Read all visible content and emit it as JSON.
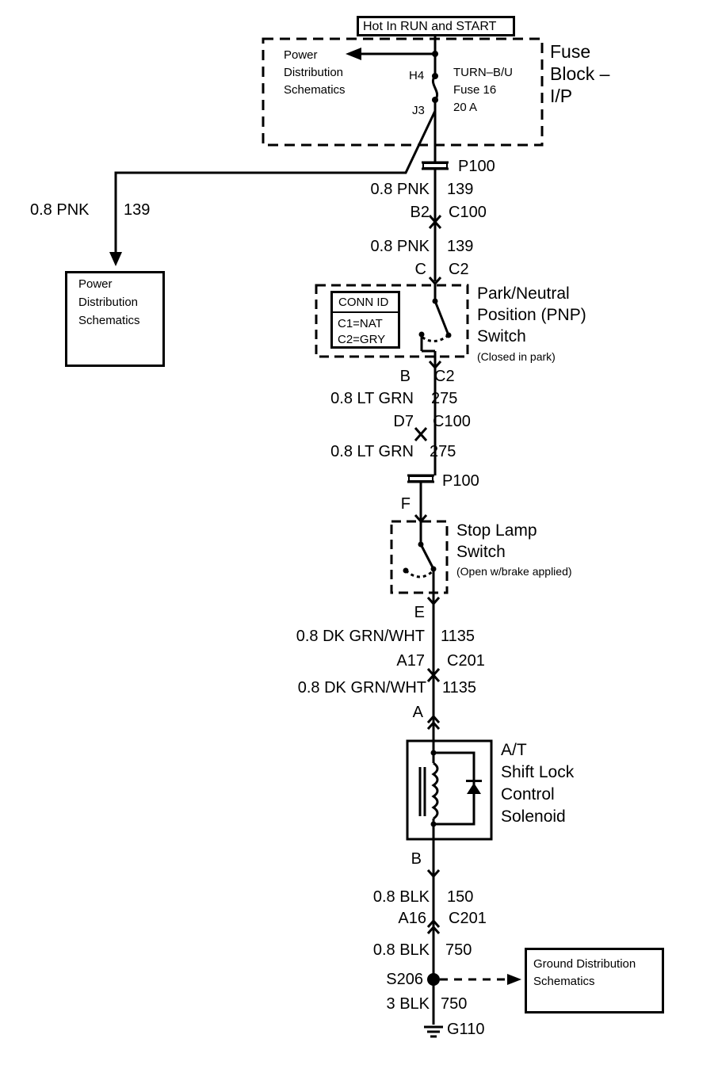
{
  "header": {
    "hot_label": "Hot In RUN and START"
  },
  "fuse_block": {
    "title_line1": "Fuse",
    "title_line2": "Block –",
    "title_line3": "I/P",
    "pds_line1": "Power",
    "pds_line2": "Distribution",
    "pds_line3": "Schematics",
    "pin_h4": "H4",
    "pin_j3": "J3",
    "fuse_line1": "TURN–B/U",
    "fuse_line2": "Fuse 16",
    "fuse_line3": "20 A"
  },
  "left_branch": {
    "wire": "0.8 PNK",
    "circuit": "139",
    "box_line1": "Power",
    "box_line2": "Distribution",
    "box_line3": "Schematics"
  },
  "segments": {
    "p100_top": "P100",
    "w1_wire": "0.8 PNK",
    "w1_circuit": "139",
    "c100_pin": "B2",
    "c100_conn": "C100",
    "w2_wire": "0.8 PNK",
    "w2_circuit": "139",
    "pnp_in_pin": "C",
    "pnp_in_conn": "C2",
    "pnp_out_pin": "B",
    "pnp_out_conn": "C2",
    "w3_wire": "0.8 LT GRN",
    "w3_circuit": "275",
    "c100b_pin": "D7",
    "c100b_conn": "C100",
    "w4_wire": "0.8 LT GRN",
    "w4_circuit": "275",
    "p100_bottom": "P100",
    "stop_in_pin": "F",
    "stop_out_pin": "E",
    "w5_wire": "0.8 DK GRN/WHT",
    "w5_circuit": "1135",
    "c201_pin": "A17",
    "c201_conn": "C201",
    "w6_wire": "0.8 DK GRN/WHT",
    "w6_circuit": "1135",
    "sol_in_pin": "A",
    "sol_out_pin": "B",
    "w7_wire": "0.8 BLK",
    "w7_circuit": "150",
    "c201b_pin": "A16",
    "c201b_conn": "C201",
    "w8_wire": "0.8 BLK",
    "w8_circuit": "750",
    "splice": "S206",
    "w9_wire": "3 BLK",
    "w9_circuit": "750",
    "ground": "G110"
  },
  "pnp_switch": {
    "title_line1": "Park/Neutral",
    "title_line2": "Position (PNP)",
    "title_line3": "Switch",
    "note": "(Closed in park)",
    "conn_title": "CONN ID",
    "conn_c1": "C1=NAT",
    "conn_c2": "C2=GRY"
  },
  "stop_lamp_switch": {
    "title_line1": "Stop Lamp",
    "title_line2": "Switch",
    "note": "(Open w/brake applied)"
  },
  "solenoid": {
    "line1": "A/T",
    "line2": "Shift Lock",
    "line3": "Control",
    "line4": "Solenoid"
  },
  "ground_box": {
    "line1": "Ground Distribution",
    "line2": "Schematics"
  }
}
